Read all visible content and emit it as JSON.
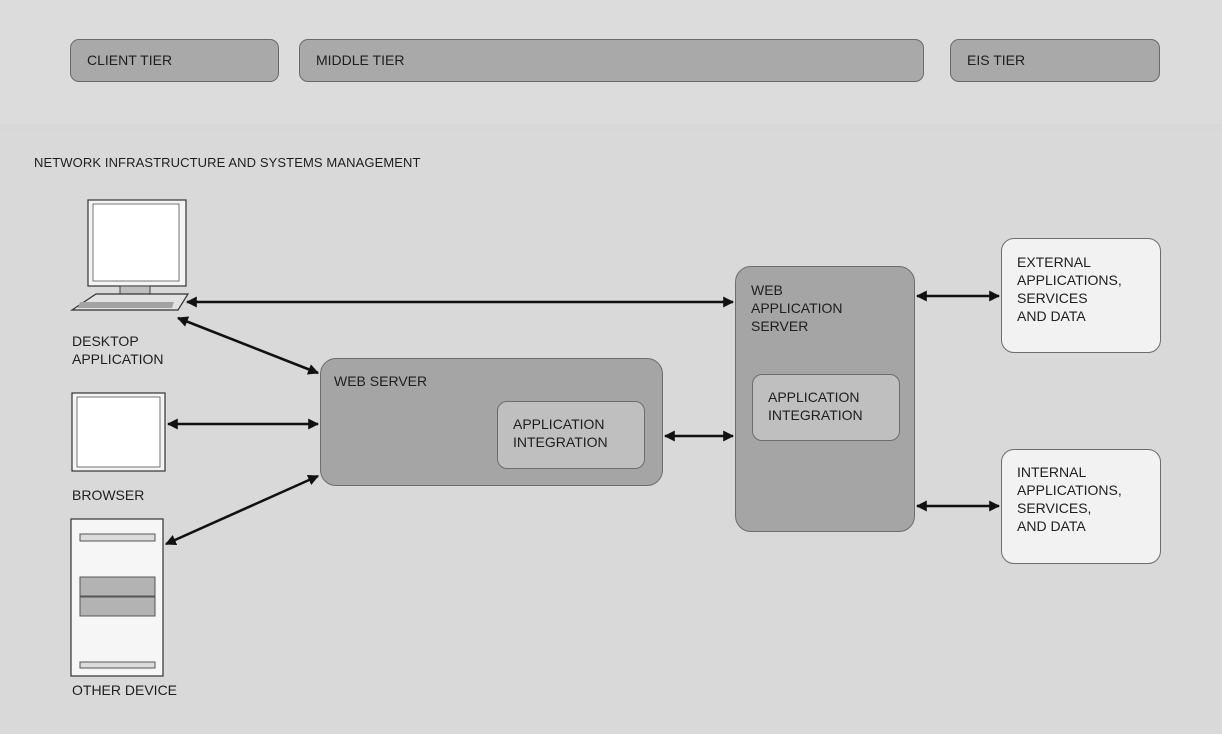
{
  "tiers": {
    "client": "CLIENT TIER",
    "middle": "MIDDLE TIER",
    "eis": "EIS TIER"
  },
  "section_label": "NETWORK INFRASTRUCTURE AND SYSTEMS MANAGEMENT",
  "devices": {
    "desktop": [
      "DESKTOP",
      "APPLICATION"
    ],
    "browser": "BROWSER",
    "other": "OTHER DEVICE"
  },
  "web_server": {
    "title": "WEB SERVER",
    "integration": [
      "APPLICATION",
      "INTEGRATION"
    ]
  },
  "web_app_server": {
    "title": [
      "WEB",
      "APPLICATION",
      "SERVER"
    ],
    "integration": [
      "APPLICATION",
      "INTEGRATION"
    ]
  },
  "external": [
    "EXTERNAL",
    "APPLICATIONS,",
    "SERVICES",
    "AND DATA"
  ],
  "internal": [
    "INTERNAL",
    "APPLICATIONS,",
    "SERVICES,",
    "AND DATA"
  ],
  "colors": {
    "tier_fill": "#a9a9a9",
    "server_fill": "#a5a5a5",
    "integration_fill": "#bfbfbf",
    "data_fill": "#f2f2f2",
    "arrow": "#111111"
  }
}
